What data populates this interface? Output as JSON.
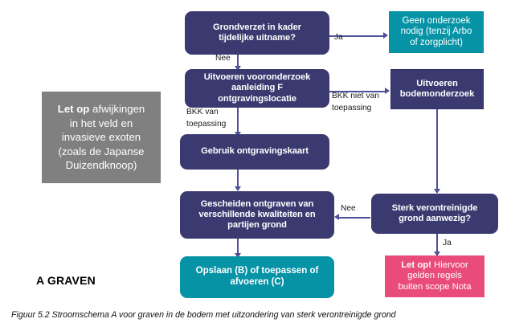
{
  "figure": {
    "section_label": "A GRAVEN",
    "caption": "Figuur 5.2 Stroomschema A voor graven in de bodem met uitzondering van sterk verontreinigde grond"
  },
  "nodes": {
    "decision_tijdelijke_uitname": {
      "line1": "Grondverzet in kader",
      "line2": "tijdelijke uitname?",
      "color": "#3a3a71",
      "shape": "rounded-rect"
    },
    "geen_onderzoek": {
      "line1": "Geen onderzoek",
      "line2": "nodig (tenzij Arbo",
      "line3": "of zorgplicht)",
      "color": "#0593a5",
      "shape": "rect"
    },
    "vooronderzoek": {
      "line1": "Uitvoeren vooronderzoek",
      "line2": "aanleiding F",
      "line3": "ontgravingslocatie",
      "color": "#3a3a71",
      "shape": "rounded-rect"
    },
    "bodemonderzoek": {
      "line1": "Uitvoeren",
      "line2": "bodemonderzoek",
      "color": "#3a3a71",
      "shape": "rect"
    },
    "ontgravingskaart": {
      "line1": "Gebruik ontgravingskaart",
      "color": "#3a3a71",
      "shape": "rounded-rect"
    },
    "gescheiden_ontgraven": {
      "line1": "Gescheiden ontgraven van",
      "line2": "verschillende kwaliteiten en",
      "line3": "partijen grond",
      "color": "#3a3a71",
      "shape": "rounded-rect"
    },
    "decision_sterk_verontreinigd": {
      "line1": "Sterk verontreinigde",
      "line2": "grond aanwezig?",
      "color": "#3a3a71",
      "shape": "rounded-rect"
    },
    "opslaan": {
      "line1": "Opslaan (B) of toepassen of",
      "line2": "afvoeren (C)",
      "color": "#0593a5",
      "shape": "rounded-rect"
    },
    "let_op_pink": {
      "bold": "Let op!",
      "rest1": " Hiervoor",
      "line2": "gelden regels",
      "line3": "buiten scope Nota",
      "color": "#ea4c79",
      "shape": "rect"
    },
    "let_op_gray": {
      "bold": "Let op",
      "rest1": " afwijkingen",
      "line2": "in het veld en",
      "line3": "invasieve exoten",
      "line4": "(zoals de  Japanse",
      "line5": "Duizendknoop)",
      "color": "#808080",
      "shape": "rect"
    }
  },
  "edges": {
    "ja_top": "Ja",
    "nee_top": "Nee",
    "bkk_van_toepassing": "BKK van\ntoepassing",
    "bkk_niet_van_toepassing": "BKK niet van\ntoepassing",
    "nee_mid": "Nee",
    "ja_bottom": "Ja"
  },
  "colors": {
    "blue": "#3a3a71",
    "teal": "#0593a5",
    "pink": "#ea4c79",
    "gray": "#808080",
    "connector": "#4f4f9a"
  }
}
